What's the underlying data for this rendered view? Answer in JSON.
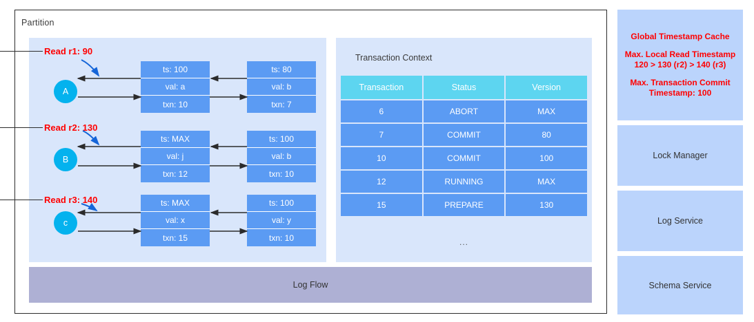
{
  "partition": {
    "title": "Partition",
    "log_flow_label": "Log Flow"
  },
  "reads": [
    {
      "label": "Read r1: 90",
      "node": "A"
    },
    {
      "label": "Read r2: 130",
      "node": "B"
    },
    {
      "label": "Read r3: 140",
      "node": "c"
    }
  ],
  "version_chains": [
    {
      "node": "A",
      "versions": [
        {
          "ts": "ts: 100",
          "val": "val: a",
          "txn": "txn: 10"
        },
        {
          "ts": "ts: 80",
          "val": "val: b",
          "txn": "txn: 7"
        }
      ]
    },
    {
      "node": "B",
      "versions": [
        {
          "ts": "ts: MAX",
          "val": "val: j",
          "txn": "txn: 12"
        },
        {
          "ts": "ts: 100",
          "val": "val: b",
          "txn": "txn: 10"
        }
      ]
    },
    {
      "node": "c",
      "versions": [
        {
          "ts": "ts: MAX",
          "val": "val: x",
          "txn": "txn: 15"
        },
        {
          "ts": "ts: 100",
          "val": "val: y",
          "txn": "txn: 10"
        }
      ]
    }
  ],
  "transaction_context": {
    "title": "Transaction Context",
    "columns": [
      "Transaction",
      "Status",
      "Version"
    ],
    "rows": [
      [
        "6",
        "ABORT",
        "MAX"
      ],
      [
        "7",
        "COMMIT",
        "80"
      ],
      [
        "10",
        "COMMIT",
        "100"
      ],
      [
        "12",
        "RUNNING",
        "MAX"
      ],
      [
        "15",
        "PREPARE",
        "130"
      ]
    ],
    "overflow": "..."
  },
  "sidebar": {
    "global_timestamp_cache": {
      "title": "Global Timestamp Cache",
      "max_local_read_label": "Max. Local Read Timestamp",
      "max_local_read_value": "120 > 130 (r2) > 140 (r3)",
      "max_commit_label": "Max. Transaction Commit",
      "max_commit_value": "Timestamp: 100"
    },
    "lock_manager": "Lock Manager",
    "log_service": "Log Service",
    "schema_service": "Schema Service"
  },
  "colors": {
    "cell_blue": "#5b9bf3",
    "header_cyan": "#5dd5f0",
    "node_cyan": "#04b2ee",
    "panel_light": "#d9e6fb",
    "sidebar_blue": "#bbd4fc",
    "logflow_purple": "#aeb0d4",
    "read_red": "#ff0000",
    "arrow_black": "#2b2b2b",
    "curve_blue": "#1565d8"
  }
}
